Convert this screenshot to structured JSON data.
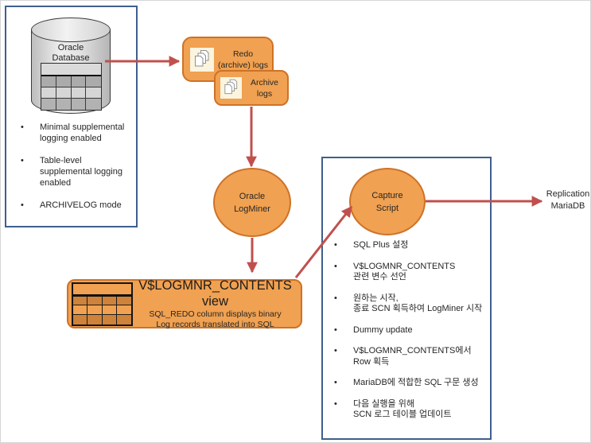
{
  "colors": {
    "panel_border_blue": "#3F5F8E",
    "orange_fill": "#F0A151",
    "orange_border": "#CE7226",
    "arrow_red": "#C0504D",
    "text_dark": "#262626"
  },
  "left_panel": {
    "db_label": "Oracle\nDatabase",
    "bullets": [
      "Minimal supplemental\nlogging enabled",
      "Table-level\nsupplemental logging\nenabled",
      "ARCHIVELOG  mode"
    ]
  },
  "redo_box": {
    "label": "Redo\n(archive) logs"
  },
  "archive_box": {
    "label": "Archive\nlogs"
  },
  "logminer": {
    "label": "Oracle\nLogMiner"
  },
  "contents_box": {
    "title": "V$LOGMNR_CONTENTS view",
    "subtitle1": "SQL_REDO  column displays binary",
    "subtitle2": "Log records translated into SQL"
  },
  "capture": {
    "label": "Capture\nScript",
    "steps": [
      "SQL Plus 설정",
      "V$LOGMNR_CONTENTS\n관련 변수 선언",
      "원하는 시작,\n종료 SCN 획득하여 LogMiner 시작",
      "Dummy update",
      "V$LOGMNR_CONTENTS에서\nRow 획득",
      "MariaDB에 적합한 SQL 구문 생성",
      "다음 실행을 위해\nSCN 로그 테이블 업데이트"
    ]
  },
  "replication": {
    "label": "Replication\nMariaDB"
  }
}
